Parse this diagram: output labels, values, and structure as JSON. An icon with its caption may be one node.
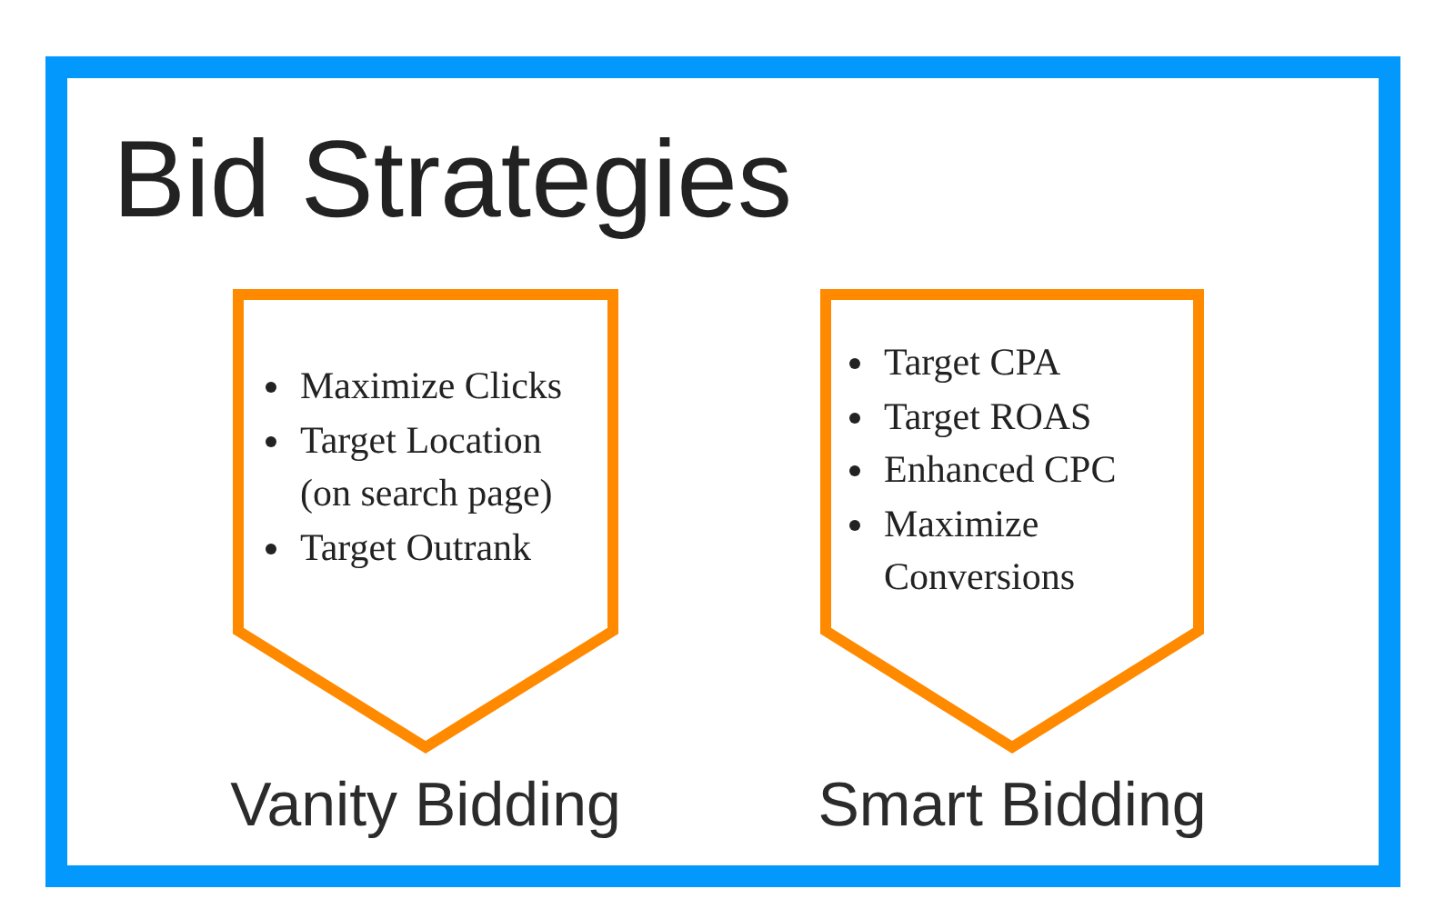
{
  "diagram": {
    "nodes": [
      {
        "text": [
          "Bid Strategies"
        ]
      },
      {
        "text": [
          "Maximize Clicks",
          "Target Location (on search page)",
          "Target Outrank"
        ],
        "in": 0,
        "beside": [
          "Vanity Bidding"
        ]
      },
      {
        "text": [
          "Target CPA",
          "Target ROAS",
          "Enhanced CPC",
          "Maximize Conversions"
        ],
        "in": 0,
        "beside": [
          "Smart Bidding"
        ]
      }
    ]
  }
}
